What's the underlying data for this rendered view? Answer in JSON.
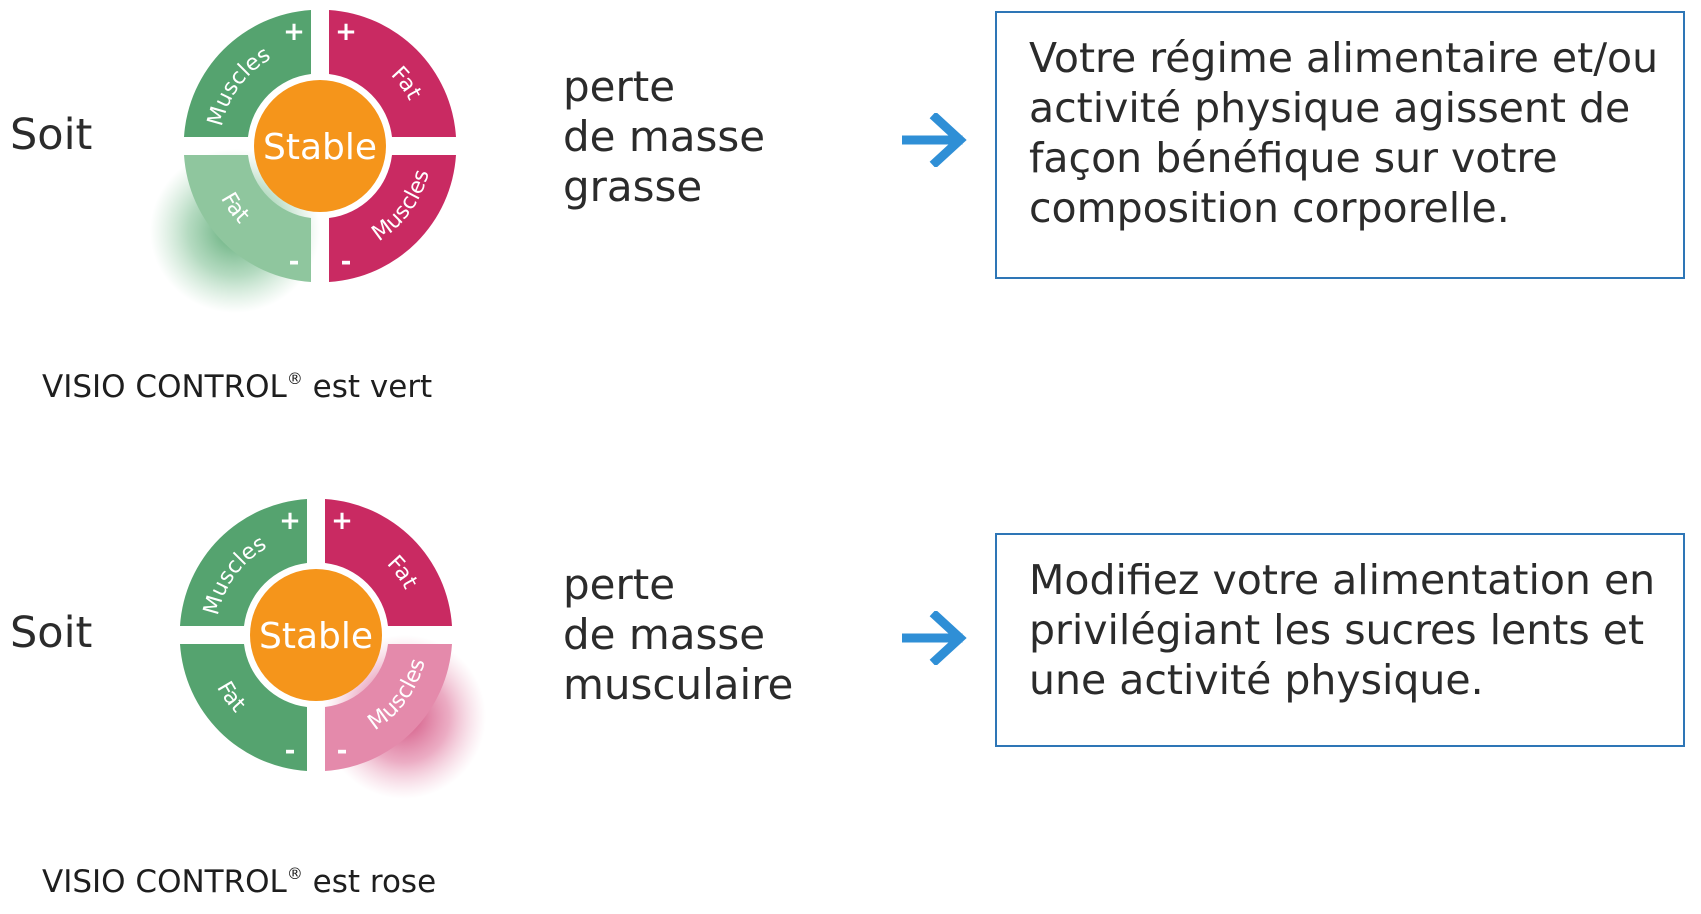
{
  "colors": {
    "green": "#55a36f",
    "green_light": "#8fc69e",
    "pink": "#c92a62",
    "pink_light": "#e48aab",
    "orange": "#f5951b",
    "arrow_blue": "#2f8fd6",
    "box_border": "#2e76b6"
  },
  "icons": {
    "arrow": "right-arrow-icon",
    "wheel": "visio-control-dial-icon"
  },
  "rows": [
    {
      "soit": "Soit",
      "wheel": {
        "center": "Stable",
        "muscles_plus_label": "Muscles",
        "fat_plus_label": "Fat",
        "muscles_minus_label": "Muscles",
        "fat_minus_label": "Fat",
        "plus": "+",
        "minus": "-",
        "highlight": "fat-minus"
      },
      "caption_main": "VISIO CONTROL",
      "caption_mark": "®",
      "caption_rest": " est vert",
      "effect_lines": [
        "perte",
        "de masse",
        "grasse"
      ],
      "advice_lines": [
        "Votre régime alimentaire et/ou",
        "activité physique agissent de",
        "façon bénéfique sur votre",
        "composition corporelle."
      ]
    },
    {
      "soit": "Soit",
      "wheel": {
        "center": "Stable",
        "muscles_plus_label": "Muscles",
        "fat_plus_label": "Fat",
        "muscles_minus_label": "Muscles",
        "fat_minus_label": "Fat",
        "plus": "+",
        "minus": "-",
        "highlight": "muscles-minus"
      },
      "caption_main": "VISIO CONTROL",
      "caption_mark": "®",
      "caption_rest": " est rose",
      "effect_lines": [
        "perte",
        "de masse",
        "musculaire"
      ],
      "advice_lines": [
        "Modifiez votre alimentation en",
        "privilégiant les sucres lents et",
        "une activité physique."
      ]
    }
  ]
}
